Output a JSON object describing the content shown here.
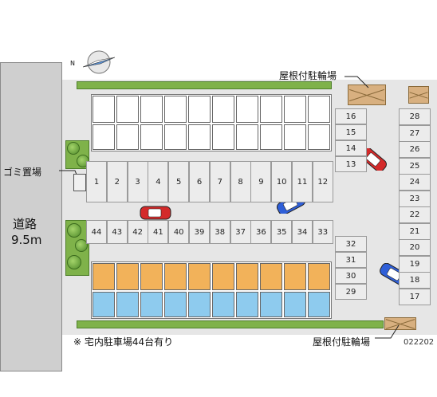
{
  "labels": {
    "roof_bike_top": "屋根付駐輪場",
    "roof_bike_bottom": "屋根付駐輪場",
    "garbage": "ゴミ置場",
    "road_name": "道路",
    "road_width": "9.5m",
    "footnote": "※ 宅内駐車場44台有り",
    "code": "022202",
    "compass_n": "N"
  },
  "stalls": {
    "row_a": [
      "1",
      "2",
      "3",
      "4",
      "5",
      "6",
      "7",
      "8",
      "9",
      "10",
      "11",
      "12"
    ],
    "row_b": [
      "44",
      "43",
      "42",
      "41",
      "40",
      "39",
      "38",
      "37",
      "36",
      "35",
      "34",
      "33"
    ],
    "col_left": [
      "16",
      "15",
      "14",
      "13"
    ],
    "col_mid": [
      "32",
      "31",
      "30",
      "29"
    ],
    "col_right": [
      "28",
      "27",
      "26",
      "25",
      "24",
      "23",
      "22",
      "21",
      "20",
      "19",
      "18",
      "17"
    ]
  },
  "colors": {
    "car_red": "#d42a2a",
    "car_blue": "#2f5fd8",
    "hedge": "#7fb24a",
    "unit_orange": "#f2b25a",
    "unit_blue": "#8ecbee"
  }
}
